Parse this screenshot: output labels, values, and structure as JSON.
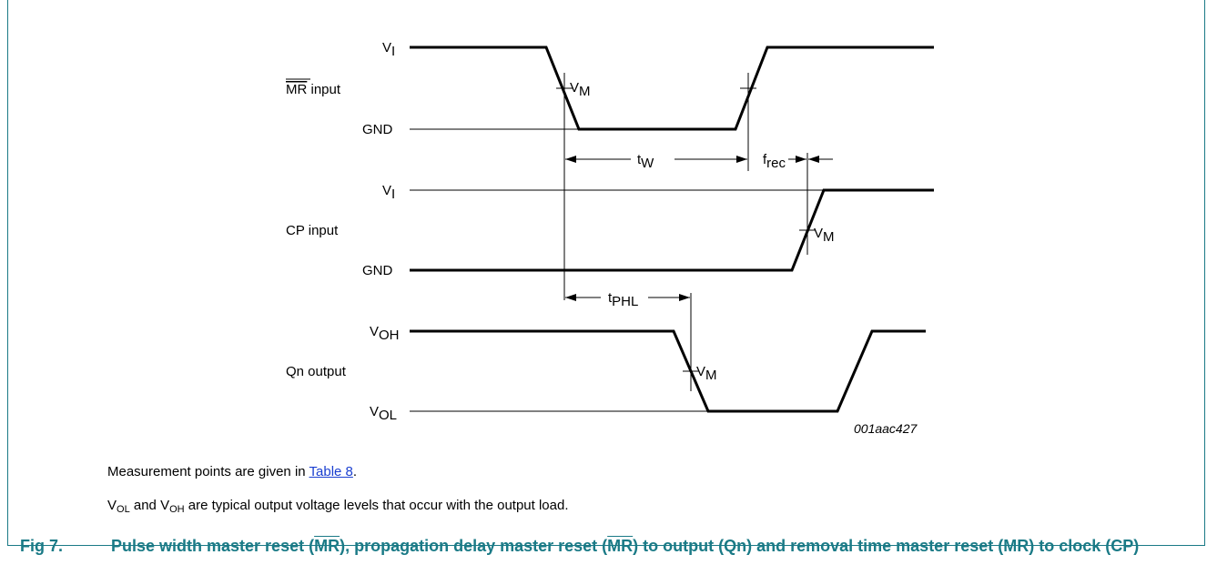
{
  "diagram": {
    "mr": {
      "pre_label": "MR",
      "post_label": " input",
      "vi": "V",
      "vi_sub": "I",
      "gnd": "GND",
      "vm": "V",
      "vm_sub": "M"
    },
    "cp": {
      "label": "CP input",
      "vi": "V",
      "vi_sub": "I",
      "gnd": "GND",
      "vm": "V",
      "vm_sub": "M"
    },
    "qn": {
      "label": "Qn output",
      "voh": "V",
      "voh_sub": "OH",
      "vol": "V",
      "vol_sub": "OL",
      "vm": "V",
      "vm_sub": "M"
    },
    "timing": {
      "tw": "t",
      "tw_sub": "W",
      "frec": "f",
      "frec_sub": "rec",
      "tphl": "t",
      "tphl_sub": "PHL"
    },
    "code": "001aac427"
  },
  "notes": {
    "line1_pre": "Measurement points are given in ",
    "line1_link": "Table 8",
    "line1_post": ".",
    "line2_a": "V",
    "line2_a_sub": "OL",
    "line2_b": " and V",
    "line2_b_sub": "OH",
    "line2_c": " are typical output voltage levels that occur with the output load."
  },
  "caption": {
    "number": "Fig 7.",
    "part1": "Pulse width master reset (",
    "mr1": "MR",
    "part2": "), propagation delay master reset (",
    "mr2": "MR",
    "part3": ") to output (Qn) and removal time master reset (MR) to clock (CP)"
  },
  "colors": {
    "accent": "#1a7a86",
    "link": "#1a3fd0"
  }
}
